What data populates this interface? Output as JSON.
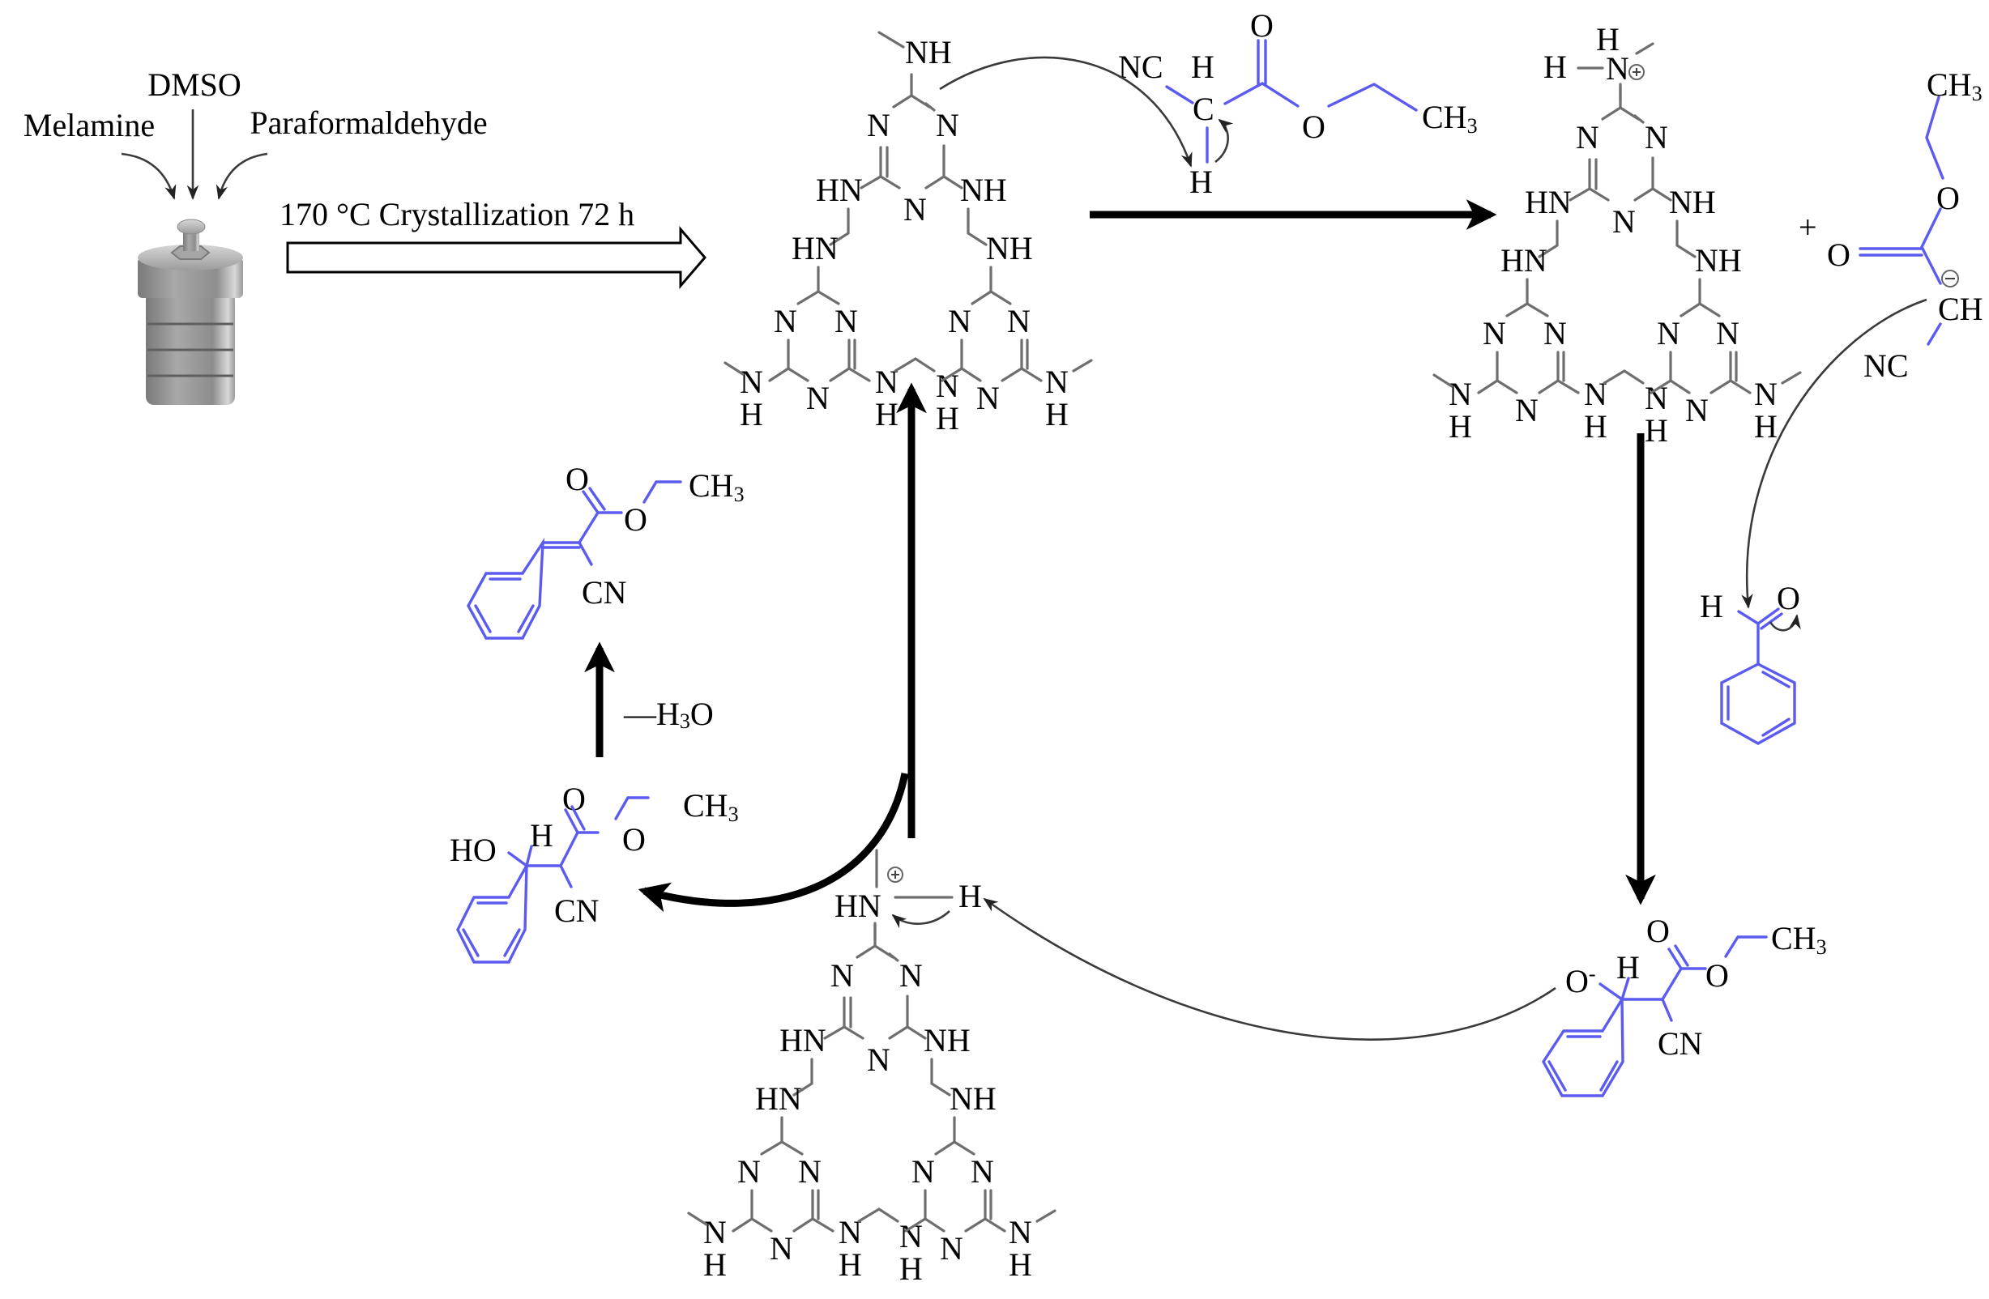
{
  "colors": {
    "blue_bond": "#5b5bf0",
    "bond_gray": "#6e6e6e",
    "arrow": "#000000",
    "reactor_light": "#bdbdbd",
    "reactor_dark": "#6f6f6f"
  },
  "synthesis": {
    "reagent_top": "DMSO",
    "reagent_left": "Melamine",
    "reagent_right": "Paraformaldehyde",
    "condition": "170 °C Crystallization 72 h",
    "vessel_icon": "autoclave-reactor-icon"
  },
  "network_labels": {
    "NH": "NH",
    "HN": "HN",
    "N": "N",
    "H": "H"
  },
  "reactant_ester": {
    "NC": "NC",
    "H_top": "H",
    "C": "C",
    "H_bottom": "H",
    "O_carbonyl": "O",
    "O_ester": "O",
    "CH": "CH",
    "sub3": "3"
  },
  "protonated_network": {
    "H_top": "H",
    "H_left": "H",
    "N": "N",
    "charge": "+"
  },
  "plus_sign": "+",
  "carbanion": {
    "CH": "CH",
    "sub3": "3",
    "O_ester": "O",
    "O_carbonyl": "O",
    "CH_anion": "CH",
    "charge": "−",
    "NC": "NC"
  },
  "benzaldehyde": {
    "H": "H",
    "O": "O"
  },
  "alkoxide": {
    "O_minus": "O",
    "minus": "-",
    "H": "H",
    "O_carbonyl": "O",
    "O_ester": "O",
    "CH": "CH",
    "sub3": "3",
    "CN": "CN"
  },
  "bottom_network": {
    "HN": "HN",
    "charge": "+",
    "H": "H"
  },
  "aldol": {
    "HO": "HO",
    "H": "H",
    "O_carbonyl": "O",
    "O_ester": "O",
    "CH": "CH",
    "sub3": "3",
    "CN": "CN"
  },
  "dehydration": {
    "dash": "—",
    "H": "H",
    "sub3": "3",
    "O": "O"
  },
  "product": {
    "O_carbonyl": "O",
    "O_ester": "O",
    "CH": "CH",
    "sub3": "3",
    "CN": "CN"
  }
}
